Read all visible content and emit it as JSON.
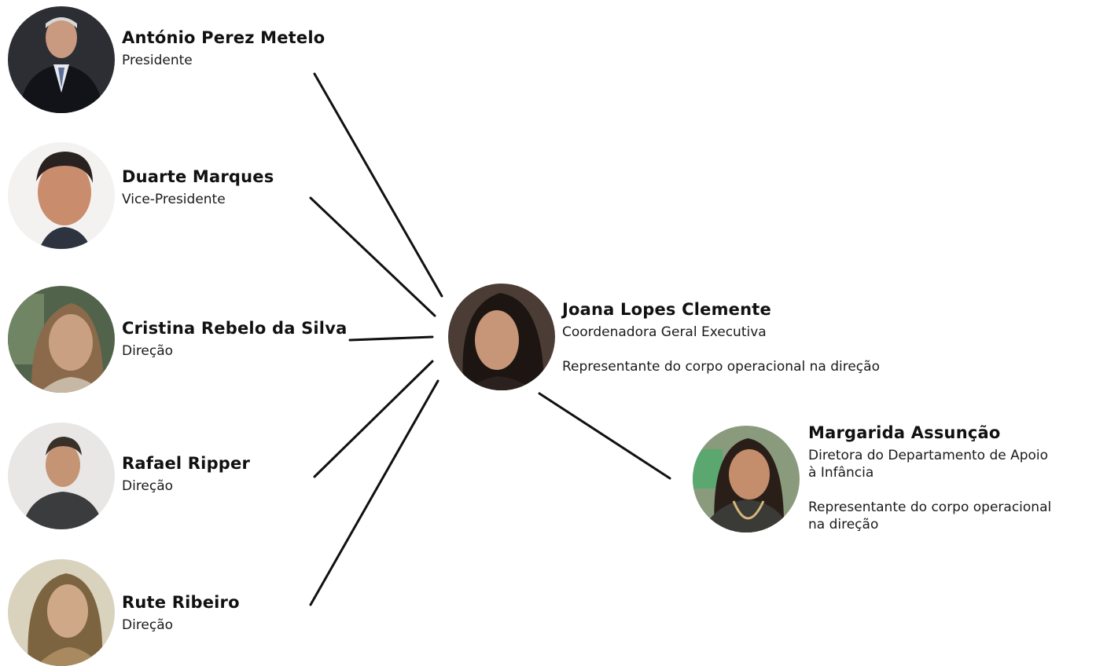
{
  "people": {
    "antonio": {
      "name": "António Perez Metelo",
      "role": "Presidente"
    },
    "duarte": {
      "name": "Duarte Marques",
      "role": "Vice-Presidente"
    },
    "cristina": {
      "name": "Cristina Rebelo da Silva",
      "role": "Direção"
    },
    "rafael": {
      "name": "Rafael Ripper",
      "role": "Direção"
    },
    "rute": {
      "name": "Rute Ribeiro",
      "role": "Direção"
    },
    "joana": {
      "name": "Joana Lopes Clemente",
      "role": "Coordenadora Geral Executiva",
      "note": "Representante do corpo operacional na direção"
    },
    "margarida": {
      "name": "Margarida Assunção",
      "role": "Diretora do Departamento de Apoio\nà Infância",
      "note": "Representante do corpo operacional\nna direção"
    }
  },
  "icons": {
    "avatar": "person-photo-icon"
  },
  "colors": {
    "lines": "#111111",
    "text": "#111111",
    "background": "#ffffff"
  }
}
